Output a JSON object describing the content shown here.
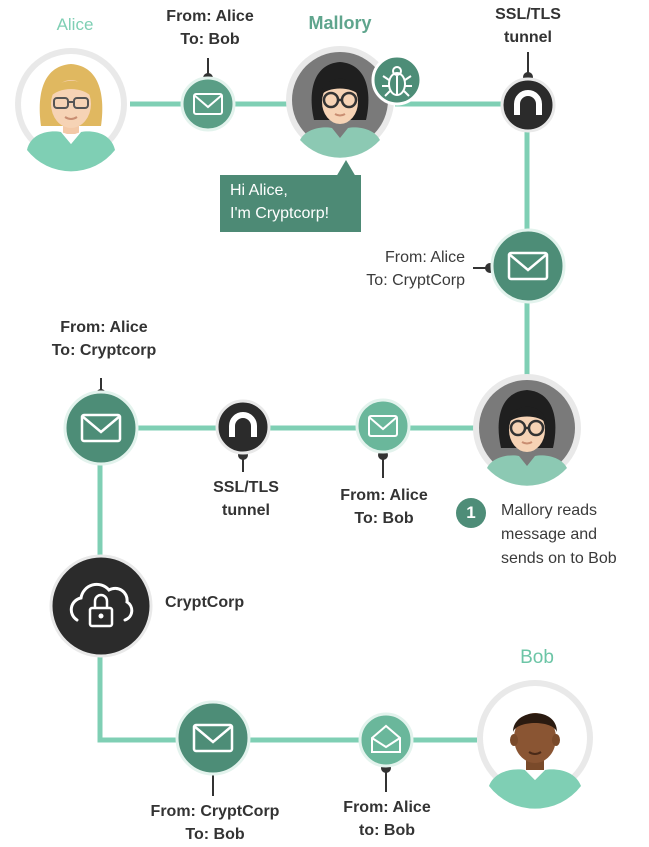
{
  "people": {
    "alice": "Alice",
    "mallory": "Mallory",
    "bob": "Bob"
  },
  "messages": {
    "m1": [
      "From: Alice",
      "To: Bob"
    ],
    "m2": [
      "From: Alice",
      "To: CryptCorp"
    ],
    "m3": [
      "From: Alice",
      "To: Cryptcorp"
    ],
    "m4": [
      "From: Alice",
      "To: Bob"
    ],
    "m5": [
      "From: CryptCorp",
      "To: Bob"
    ],
    "m6": [
      "From: Alice",
      "to: Bob"
    ]
  },
  "tunnels": {
    "t1": [
      "SSL/TLS",
      "tunnel"
    ],
    "t2": [
      "SSL/TLS",
      "tunnel"
    ]
  },
  "speech_bubble": [
    "Hi Alice,",
    "I'm Cryptcorp!"
  ],
  "service": "CryptCorp",
  "step": {
    "number": "1",
    "text": [
      "Mallory reads",
      "message and",
      "sends on to Bob"
    ]
  },
  "colors": {
    "line": "#7fcfb4",
    "envelope_fill": "#5a9e86",
    "dark_node": "#2b2b2b",
    "accent_text": "#5fa58d"
  }
}
